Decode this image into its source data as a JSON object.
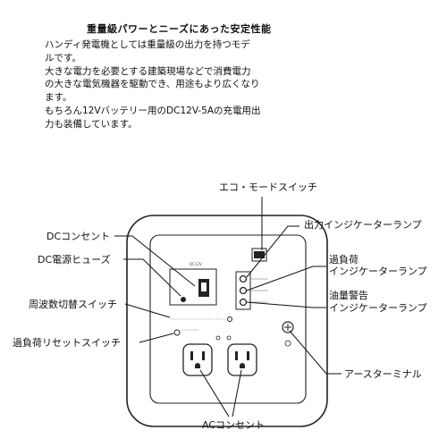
{
  "heading": "重量級パワーとニーズにあった安定性能",
  "description_lines": [
    "ハンディ発電機としては重量級の出力を持つモデ",
    "ルです。",
    "大きな電力を必要とする建築現場などで消費電力",
    "の大きな電気機器を駆動でき、用途もより広くなり",
    "ます。",
    "もちろん12Vバッテリー用のDC12V-5Aの充電用出",
    "力も装備しています。"
  ],
  "callouts": {
    "eco_mode_switch": "エコ・モードスイッチ",
    "output_indicator": "出力インジケーターランプ",
    "overload_indicator_1": "過負荷",
    "overload_indicator_2": "インジケーターランプ",
    "oil_warning_1": "油量警告",
    "oil_warning_2": "インジケーターランプ",
    "earth_terminal": "アースターミナル",
    "ac_outlet": "ACコンセント",
    "dc_outlet": "DCコンセント",
    "dc_fuse": "DC電源ヒューズ",
    "frequency_switch": "周波数切替スイッチ",
    "overload_reset": "過負荷リセットスイッチ"
  }
}
